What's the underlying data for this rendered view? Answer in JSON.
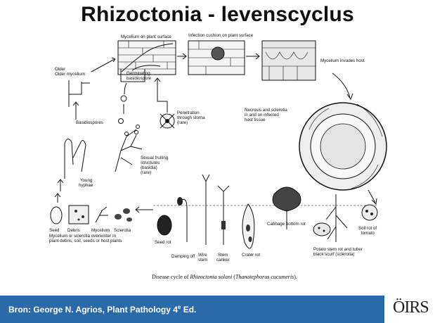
{
  "slide": {
    "title": "Rhizoctonia - levenscyclus",
    "footer": {
      "text_main": "Bron: George N. Agrios, Plant Pathology 4",
      "text_sup": "e",
      "text_tail": " Ed."
    },
    "logo_text": "ÖIRS"
  },
  "diagram": {
    "labels": {
      "mycelium_surface": "Mycelium on plant surface",
      "infection_cushion": "Infection cushion on plant surface",
      "mycelium_invades": "Mycelium invades host",
      "older_mycelium": "Older mycelium",
      "germinating": "Germinating",
      "basidiospore": "basidiospore",
      "basidiospores": "Basidiospores",
      "penetration": "Penetration",
      "through_stoma": "through stoma",
      "rare1": "(rare)",
      "necrosis1": "Necrosis and sclerotia",
      "necrosis2": "in and on infected",
      "necrosis3": "host tissue",
      "sexual1": "Sexual fruiting",
      "sexual2": "structures",
      "sexual3": "(basidia)",
      "rare2": "(rare)",
      "young1": "Young",
      "young2": "hyphae",
      "seed": "Seed",
      "debris": "Debris",
      "mycelium": "Mycelium",
      "sclerotia": "Sclerotia",
      "overwinter1": "Mycelium or sclerotia overwinter in",
      "overwinter2": "plant debris, soil, seeds or host plants",
      "seed_rot": "Seed rot",
      "damping_off": "Damping off",
      "wire1": "Wire",
      "wire2": "stem",
      "stem1": "Stem",
      "stem2": "canker",
      "crater_rot": "Crater rot",
      "cabbage": "Cabbage bottom rot",
      "soil1": "Soil rot of",
      "soil2": "tomato",
      "potato1": "Potato stem rot and tuber",
      "potato2": "black scurf (sclerotia)",
      "caption_start": "Disease cycle of ",
      "caption_italic1": "Rhizoctonia solani",
      "caption_mid": " (",
      "caption_italic2": "Thanatephorus cucumeris",
      "caption_end": ")."
    }
  }
}
